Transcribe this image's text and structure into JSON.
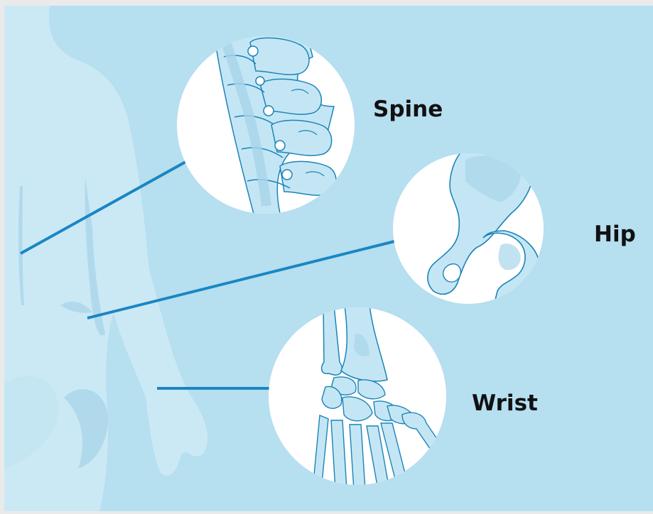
{
  "labels": {
    "spine": "Spine",
    "hip": "Hip",
    "wrist": "Wrist"
  },
  "colors": {
    "background": "#b6dff0",
    "frame": "#eaeaea",
    "body_silhouette": "#cbe9f5",
    "body_shadow": "#a9d6ea",
    "bone_fill": "#c4e6f4",
    "bone_shade": "#a7d5ea",
    "bone_outline": "#1a84b8",
    "pointer_line": "#1a86c2",
    "circle": "#ffffff",
    "label_text": "#111111"
  }
}
